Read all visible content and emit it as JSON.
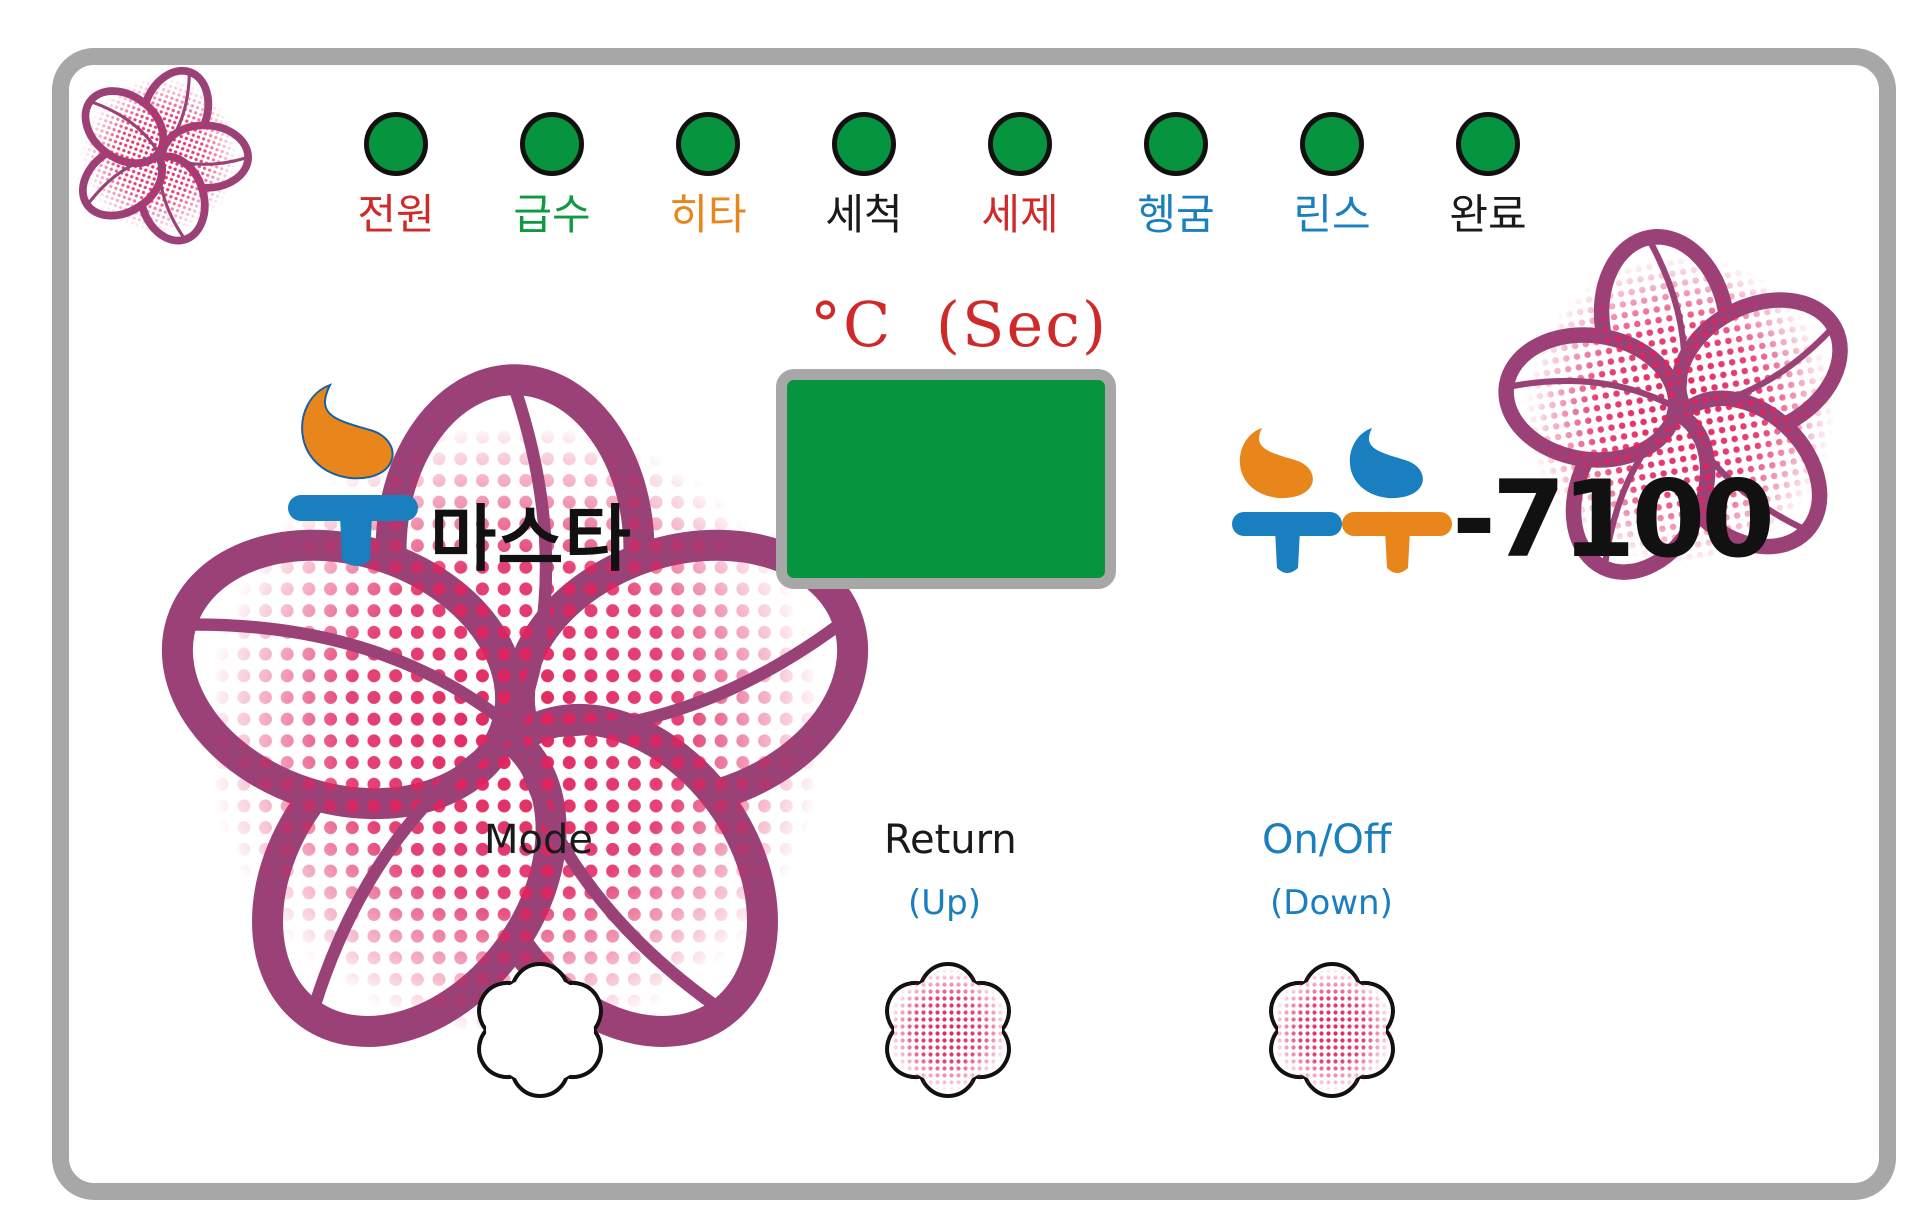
{
  "indicators": [
    {
      "label": "전원",
      "color": "#cf2a2a"
    },
    {
      "label": "급수",
      "color": "#0f9a42"
    },
    {
      "label": "히타",
      "color": "#e8861c"
    },
    {
      "label": "세척",
      "color": "#1a1a1a"
    },
    {
      "label": "세제",
      "color": "#cf2a2a"
    },
    {
      "label": "헹굼",
      "color": "#1a7fbf"
    },
    {
      "label": "린스",
      "color": "#1a7fbf"
    },
    {
      "label": "완료",
      "color": "#1a1a1a"
    }
  ],
  "display": {
    "unit_label": "°C  (Sec)",
    "screen_color": "#07943f"
  },
  "brand": {
    "name": "마스타",
    "model": "-7100"
  },
  "buttons": {
    "mode": {
      "label": "Mode"
    },
    "return": {
      "label": "Return",
      "sub": "(Up)"
    },
    "onoff": {
      "label": "On/Off",
      "sub": "(Down)"
    }
  },
  "colors": {
    "frame": "#a7a7a7",
    "flower_outline": "#9a4278",
    "flower_fill": "#e0245e",
    "led": "#07943f"
  }
}
